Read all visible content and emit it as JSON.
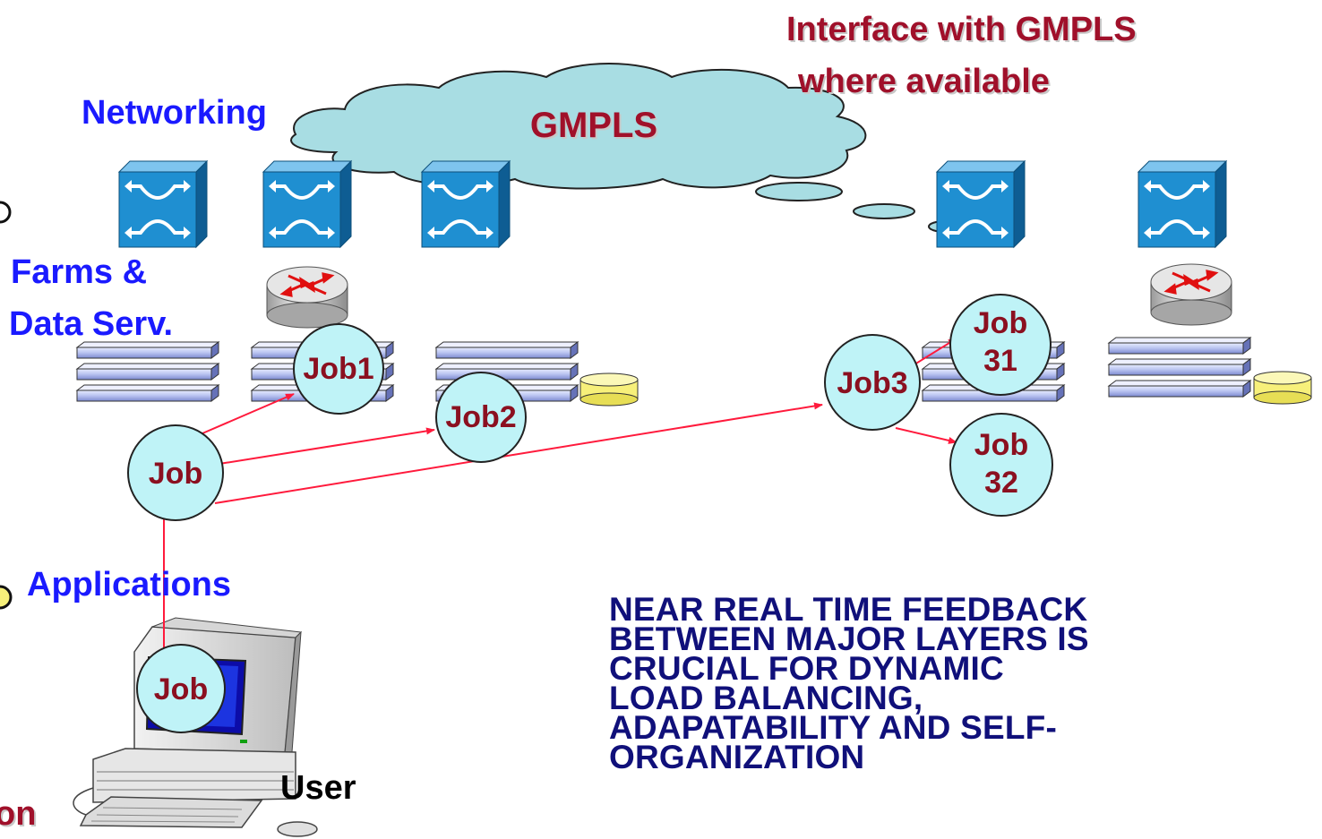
{
  "labels": {
    "networking": "Networking",
    "farms_line1": "Farms &",
    "farms_line2": "Data Serv.",
    "applications": "Applications",
    "user": "User",
    "cloud": "GMPLS",
    "interface_line1": "Interface with GMPLS",
    "interface_line2": "where available",
    "cut_left_bottom": "on"
  },
  "jobs": {
    "job_main": "Job",
    "job_user": "Job",
    "job1": "Job1",
    "job2": "Job2",
    "job3": "Job3",
    "job31_line1": "Job",
    "job31_line2": "31",
    "job32_line1": "Job",
    "job32_line2": "32"
  },
  "note": {
    "lines": [
      "NEAR REAL TIME FEEDBACK",
      "BETWEEN MAJOR LAYERS IS",
      "CRUCIAL FOR DYNAMIC",
      "LOAD BALANCING,",
      "ADAPATABILITY AND SELF-",
      "ORGANIZATION"
    ]
  },
  "icons": {
    "switch": "optical-switch-icon",
    "router": "router-icon",
    "server": "server-stack-icon",
    "disk": "disk-icon",
    "computer": "desktop-computer-icon"
  },
  "colors": {
    "label_blue": "#1a1aff",
    "label_maroon": "#a0102a",
    "job_fill": "#bff3f7",
    "cloud_fill": "#a8dde3",
    "arrow_red": "#ff1a3c",
    "switch_blue": "#1f8fd1",
    "note_navy": "#10107a"
  }
}
